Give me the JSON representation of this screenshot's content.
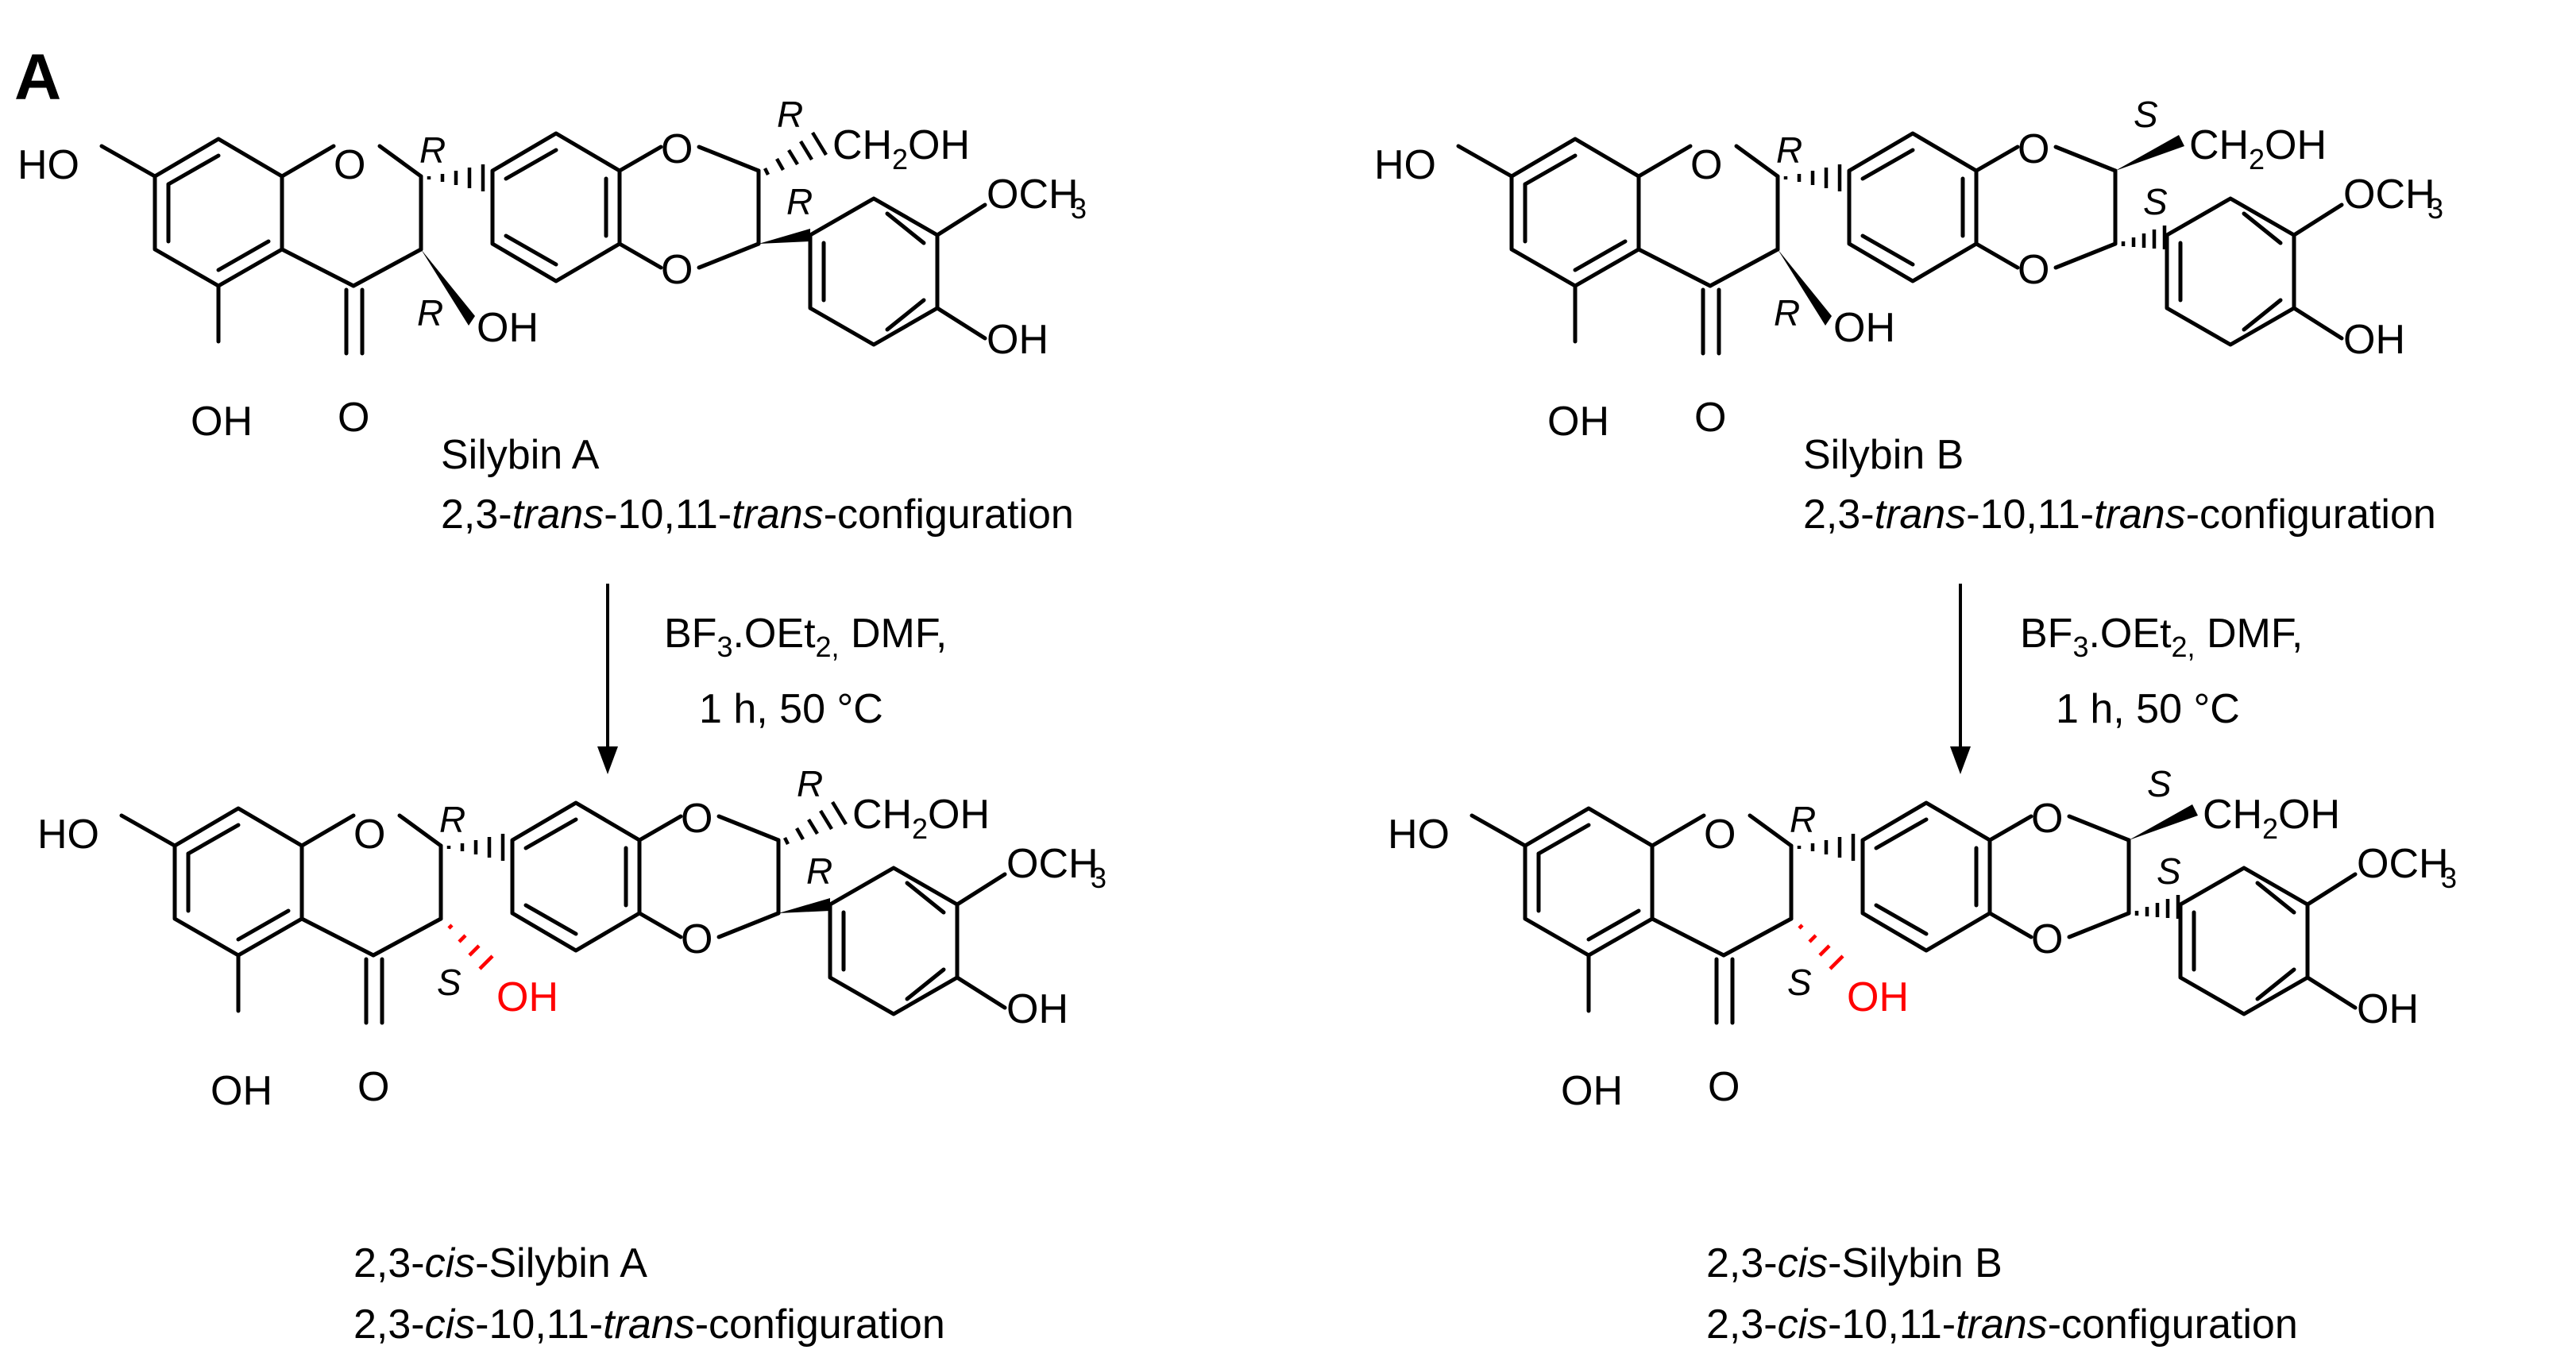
{
  "figure": {
    "panel_label": "A",
    "compounds": [
      {
        "name": "Silybin A",
        "config_prefix": "2,3-",
        "config_word1": "trans",
        "config_mid": "-10,11-",
        "config_word2": "trans",
        "config_suffix": "-configuration",
        "stereo": {
          "c2": "R",
          "c3": "R",
          "c10": "R",
          "c11": "R"
        }
      },
      {
        "name": "Silybin B",
        "config_prefix": "2,3-",
        "config_word1": "trans",
        "config_mid": "-10,11-",
        "config_word2": "trans",
        "config_suffix": "-configuration",
        "stereo": {
          "c2": "R",
          "c3": "R",
          "c10": "S",
          "c11": "S"
        }
      },
      {
        "name_prefix": "2,3-",
        "name_italic": "cis",
        "name_suffix": "-Silybin A",
        "config_prefix": "2,3-",
        "config_word1": "cis",
        "config_mid": "-10,11-",
        "config_word2": "trans",
        "config_suffix": "-configuration",
        "stereo": {
          "c2": "R",
          "c3": "S",
          "c10": "R",
          "c11": "R"
        }
      },
      {
        "name_prefix": "2,3-",
        "name_italic": "cis",
        "name_suffix": "-Silybin B",
        "config_prefix": "2,3-",
        "config_word1": "cis",
        "config_mid": "-10,11-",
        "config_word2": "trans",
        "config_suffix": "-configuration",
        "stereo": {
          "c2": "R",
          "c3": "S",
          "c10": "S",
          "c11": "S"
        }
      }
    ],
    "atom_labels": {
      "ho": "HO",
      "oh": "OH",
      "o": "O",
      "ch2oh_a": "CH",
      "ch2oh_sub": "2",
      "ch2oh_b": "OH",
      "och3_a": "OCH",
      "och3_sub": "3"
    },
    "reaction": {
      "reagent_bf": "BF",
      "reagent_bf_sub": "3",
      "reagent_oet": ".OEt",
      "reagent_oet_sub": "2,",
      "reagent_solvent": " DMF,",
      "conditions": "1 h, 50 °C"
    },
    "colors": {
      "highlight": "#ff0000",
      "ink": "#000000"
    }
  }
}
